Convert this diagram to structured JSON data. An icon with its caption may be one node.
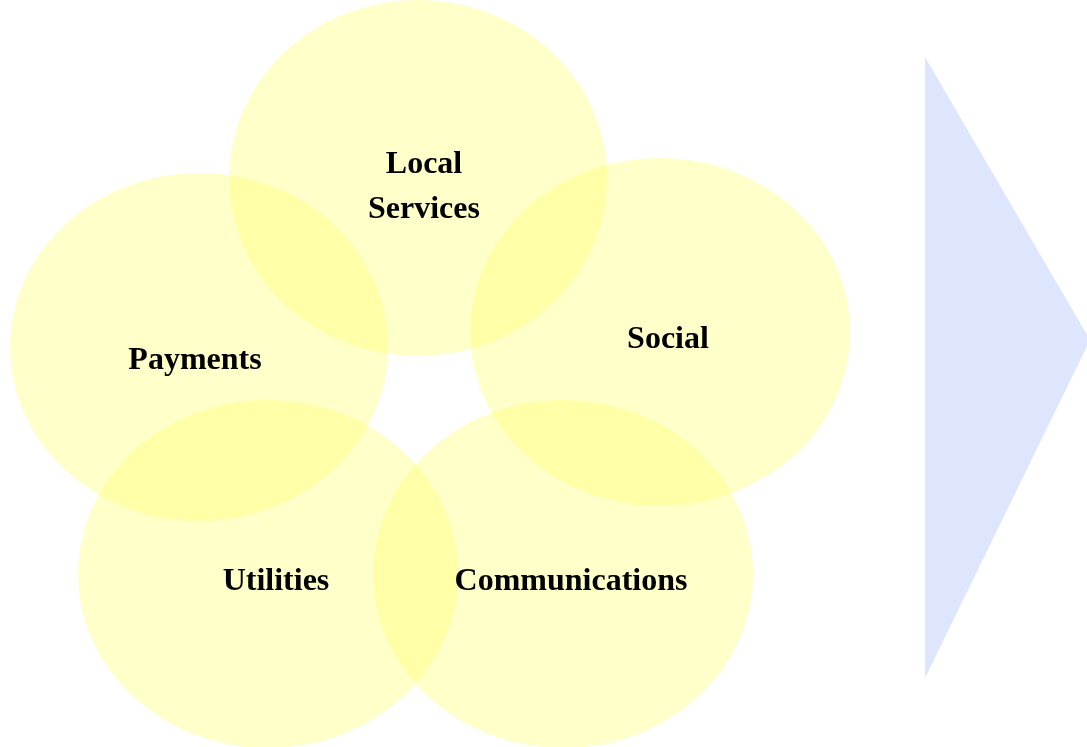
{
  "diagram": {
    "nodes": [
      {
        "text": [
          "Local Services"
        ]
      },
      {
        "text": [
          "Payments"
        ]
      },
      {
        "text": [
          "Social"
        ]
      },
      {
        "text": [
          "Utilities"
        ]
      },
      {
        "text": [
          "Communications"
        ]
      }
    ]
  }
}
